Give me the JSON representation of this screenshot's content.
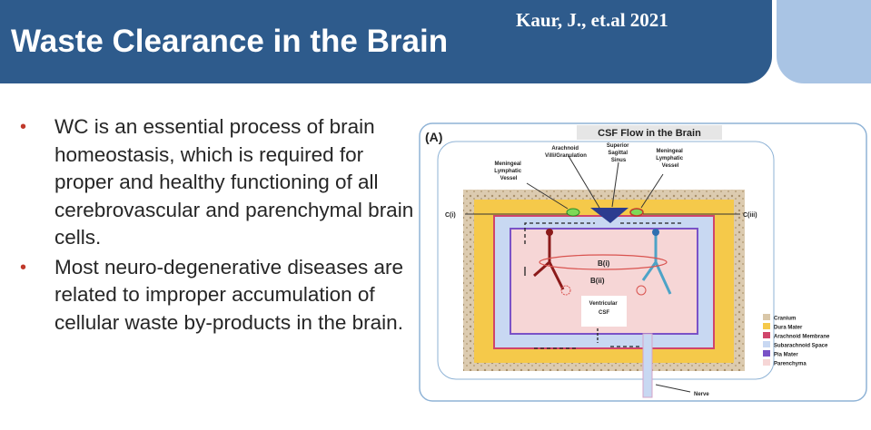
{
  "slide": {
    "title": "Waste Clearance in the Brain",
    "citation": "Kaur, J., et.al 2021",
    "bullets": [
      "WC is an essential process of brain homeostasis, which is required for proper and healthy functioning of all cerebrovascular and parenchymal brain cells.",
      "Most neuro-degenerative diseases are related to improper accumulation of cellular waste by-products in the brain."
    ],
    "bullet_marker": "•"
  },
  "figure": {
    "panel_label": "(A)",
    "title": "CSF Flow in the Brain",
    "labels": {
      "meningeal_left": [
        "Meningeal",
        "Lymphatic",
        "Vessel"
      ],
      "arachnoid": [
        "Arachnoid",
        "Villi/Granulation"
      ],
      "superior_sinus": [
        "Superior",
        "Sagittal",
        "Sinus"
      ],
      "meningeal_right": [
        "Meningeal",
        "Lymphatic",
        "Vessel"
      ],
      "c_i": "C(i)",
      "c_iii": "C(iii)",
      "b_i": "B(i)",
      "b_ii": "B(ii)",
      "ventricular": [
        "Ventricular",
        "CSF"
      ],
      "nerve": "Nerve"
    },
    "legend": [
      {
        "label": "Cranium",
        "color": "#d9c7a8"
      },
      {
        "label": "Dura Mater",
        "color": "#f5c94a"
      },
      {
        "label": "Arachnoid Membrane",
        "color": "#d0456b"
      },
      {
        "label": "Subarachnoid Space",
        "color": "#c8d8f2"
      },
      {
        "label": "Pia Mater",
        "color": "#7a52c7"
      },
      {
        "label": "Parenchyma",
        "color": "#f6d6d6"
      }
    ]
  }
}
